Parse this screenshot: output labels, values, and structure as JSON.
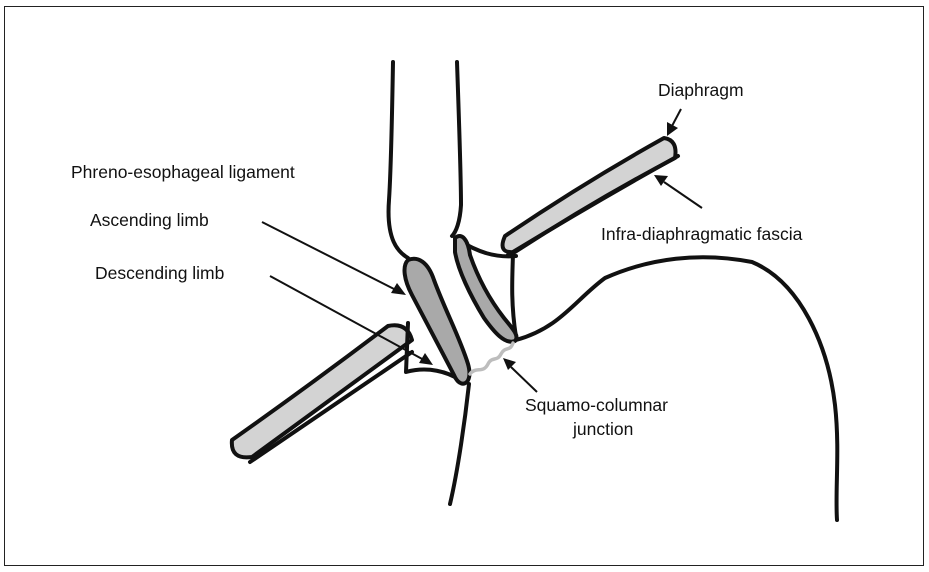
{
  "labels": {
    "diaphragm": "Diaphragm",
    "infra_diaphragmatic_fascia": "Infra-diaphragmatic fascia",
    "phreno_esophageal_ligament": "Phreno-esophageal ligament",
    "ascending_limb": "Ascending limb",
    "descending_limb": "Descending limb",
    "squamo_columnar_junction_line1": "Squamo-columnar",
    "squamo_columnar_junction_line2": "junction"
  },
  "colors": {
    "outline": "#111111",
    "diaphragm_fill": "#d3d3d3",
    "ligament_fill": "#a9a9a9",
    "junction_line": "#bdbdbd",
    "background": "#ffffff"
  }
}
